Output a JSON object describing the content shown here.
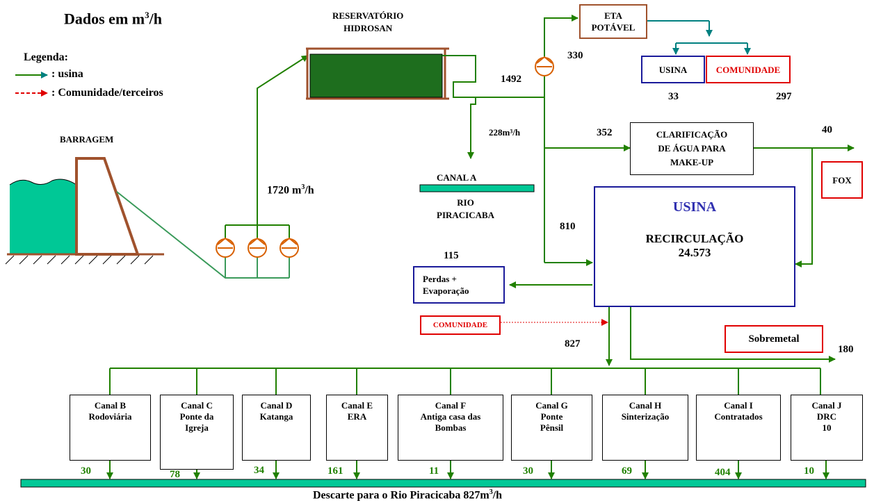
{
  "header": {
    "units_prefix": "Dados em m",
    "units_sup": "3",
    "units_suffix": "/h"
  },
  "legend": {
    "title": "Legenda:",
    "usina": ": usina",
    "comunidade": ": Comunidade/terceiros"
  },
  "labels": {
    "reservatorio": "RESERVATÓRIO\nHIDROSAN",
    "barragem": "BARRAGEM",
    "flow_1720_prefix": "1720 m",
    "flow_1720_sup": "3",
    "flow_1720_suffix": "/h",
    "flow_228": "228m³/h",
    "canal_a": "CANAL A",
    "rio_piracicaba": "RIO\nPIRACICABA",
    "flow_1492": "1492",
    "flow_330": "330",
    "flow_33": "33",
    "flow_297": "297",
    "flow_352": "352",
    "flow_40": "40",
    "flow_810": "810",
    "flow_115": "115",
    "flow_827": "827",
    "flow_180": "180",
    "descarte_prefix": "Descarte para o Rio Piracicaba 827m",
    "descarte_sup": "3",
    "descarte_suffix": "/h"
  },
  "boxes": {
    "eta": "ETA\nPOTÁVEL",
    "usina_small": "USINA",
    "comunidade_top": "COMUNIDADE",
    "clarificacao": "CLARIFICAÇÃO\nDE ÁGUA PARA\nMAKE-UP",
    "fox": "FOX",
    "usina_title": "USINA",
    "recirculacao": "RECIRCULAÇÃO\n24.573",
    "perdas": "Perdas +\nEvaporação",
    "comunidade_mid": "COMUNIDADE",
    "sobremetal": "Sobremetal"
  },
  "canais": [
    {
      "label": "Canal B\nRodoviária",
      "flow": "30"
    },
    {
      "label": "Canal C\nPonte da\nIgreja",
      "flow": "78"
    },
    {
      "label": "Canal D\nKatanga",
      "flow": "34"
    },
    {
      "label": "Canal E\nERA",
      "flow": "161"
    },
    {
      "label": "Canal F\nAntiga casa das\nBombas",
      "flow": "11"
    },
    {
      "label": "Canal G\nPonte\nPênsil",
      "flow": "30"
    },
    {
      "label": "Canal H\nSinterização",
      "flow": "69"
    },
    {
      "label": "Canal I\nContratados",
      "flow": "404"
    },
    {
      "label": "Canal J\nDRC\n10",
      "flow": "10"
    }
  ],
  "colors": {
    "usina_line": "#208000",
    "eta_line": "#008080",
    "comunidade_line": "#e00000",
    "water": "#00c896",
    "reservoir": "#1e6e1e",
    "pump": "#d86000",
    "blue_border": "#1a1a9a",
    "red_border": "#e00000",
    "brown": "#a0522d"
  }
}
